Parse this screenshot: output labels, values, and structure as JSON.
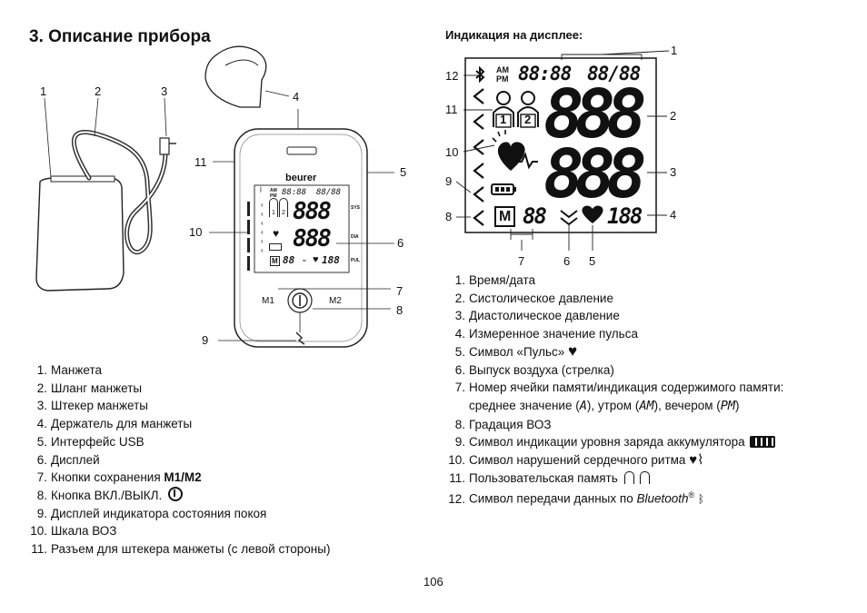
{
  "section_title": "3.   Описание прибора",
  "display_title": "Индикация на дисплее:",
  "device_callouts": [
    "1",
    "2",
    "3",
    "4",
    "5",
    "6",
    "7",
    "8",
    "9",
    "10",
    "11"
  ],
  "device": {
    "brand": "beurer",
    "btn_m1": "M1",
    "btn_m2": "M2",
    "lcd_time": "88:88",
    "lcd_date": "88/88",
    "lcd_digits": "888",
    "lcd_mem": "M",
    "lcd_small": "88",
    "lcd_pulse": "188",
    "lcd_am": "AM",
    "lcd_pm": "PM",
    "lcd_sys": "SYS",
    "lcd_dia": "DIA",
    "lcd_pul": "PUL",
    "lcd_user1": "1",
    "lcd_user2": "2"
  },
  "display_callouts": [
    "1",
    "2",
    "3",
    "4",
    "5",
    "6",
    "7",
    "8",
    "9",
    "10",
    "11",
    "12"
  ],
  "display": {
    "am": "AM",
    "pm": "PM",
    "time": "88:88",
    "date": "88/88",
    "sys": "888",
    "dia": "888",
    "mem": "M",
    "mem_no": "88",
    "pulse": "188",
    "user1": "1",
    "user2": "2"
  },
  "left_list": [
    {
      "n": "1.",
      "text": "Манжета"
    },
    {
      "n": "2.",
      "text": "Шланг манжеты"
    },
    {
      "n": "3.",
      "text": "Штекер манжеты"
    },
    {
      "n": "4.",
      "text": "Держатель для манжеты"
    },
    {
      "n": "5.",
      "text": "Интерфейс USB"
    },
    {
      "n": "6.",
      "text": "Дисплей"
    },
    {
      "n": "7.",
      "text": "Кнопки сохранения ",
      "bold": "M1/M2"
    },
    {
      "n": "8.",
      "text": "Кнопка ВКЛ./ВЫКЛ."
    },
    {
      "n": "9.",
      "text": "Дисплей индикатора состояния покоя"
    },
    {
      "n": "10.",
      "text": "Шкала ВОЗ"
    },
    {
      "n": "11.",
      "text": "Разъем для штекера манжеты (с левой стороны)"
    }
  ],
  "right_list": {
    "i1": {
      "n": "1.",
      "text": "Время/дата"
    },
    "i2": {
      "n": "2.",
      "text": "Систолическое давление"
    },
    "i3": {
      "n": "3.",
      "text": "Диастолическое давление"
    },
    "i4": {
      "n": "4.",
      "text": "Измеренное значение пульса"
    },
    "i5": {
      "n": "5.",
      "text": "Символ «Пульс»"
    },
    "i6": {
      "n": "6.",
      "text": "Выпуск воздуха (стрелка)"
    },
    "i7": {
      "n": "7.",
      "text": "Номер ячейки памяти/индикация содержимого памяти:"
    },
    "i7b": {
      "a": "среднее значение (",
      "b": "), утром (",
      "c": "), вечером (",
      "d": ")",
      "g1": "A",
      "g2": "AM",
      "g3": "PM"
    },
    "i8": {
      "n": "8.",
      "text": "Градация ВОЗ"
    },
    "i9": {
      "n": "9.",
      "text": "Символ индикации уровня заряда аккумулятора"
    },
    "i10": {
      "n": "10.",
      "text": "Символ нарушений сердечного ритма"
    },
    "i11": {
      "n": "11.",
      "text": "Пользовательская память"
    },
    "i12": {
      "n": "12.",
      "text": "Символ передачи данных по ",
      "italic": "Bluetooth",
      "sup": "®"
    }
  },
  "page_number": "106"
}
